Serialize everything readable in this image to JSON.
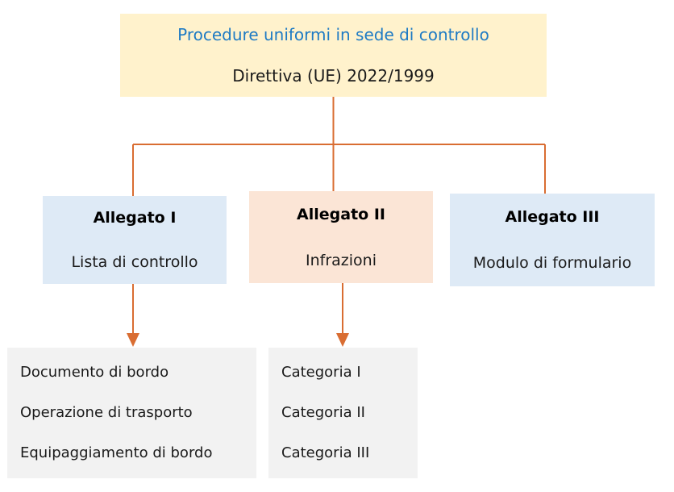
{
  "colors": {
    "root_fill": "#FFF2CC",
    "blue_node_fill": "#DEEAF6",
    "peach_node_fill": "#FBE5D6",
    "leaf_fill": "#F2F2F2",
    "connector_orange": "#D96D32",
    "root_title_blue": "#1F7BC4",
    "text_black": "#111111"
  },
  "root": {
    "title": "Procedure uniformi in sede di controllo",
    "subtitle": "Direttiva (UE) 2022/1999"
  },
  "nodes": [
    {
      "header": "Allegato I",
      "body": "Lista di controllo"
    },
    {
      "header": "Allegato II",
      "body": "Infrazioni"
    },
    {
      "header": "Allegato III",
      "body": "Modulo di formulario"
    }
  ],
  "leaves": {
    "checklist": {
      "items": [
        "Documento di bordo",
        "Operazione di trasporto",
        "Equipaggiamento di bordo"
      ]
    },
    "categories": {
      "items": [
        "Categoria I",
        "Categoria II",
        "Categoria III"
      ]
    }
  }
}
